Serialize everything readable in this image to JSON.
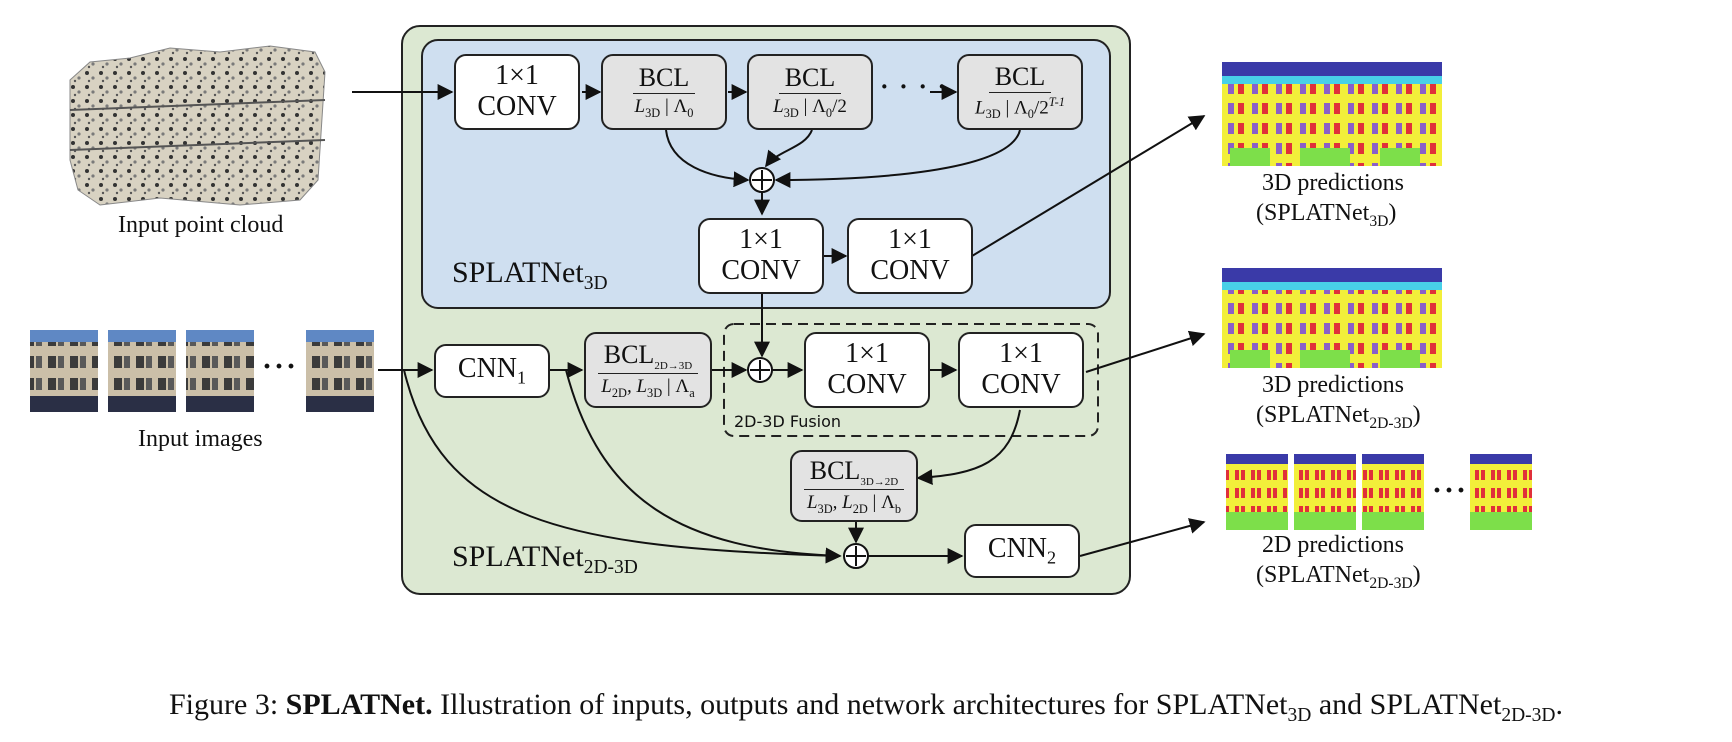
{
  "inputs": {
    "point_cloud_label": "Input point cloud",
    "images_label": "Input images",
    "ellipsis": "···"
  },
  "nets": {
    "net3d_main": "SPLATNet",
    "net3d_sub": "3D",
    "net2d3d_main": "SPLATNet",
    "net2d3d_sub": "2D-3D"
  },
  "blocks": {
    "conv_a": [
      "1×1",
      "CONV"
    ],
    "conv_b": [
      "1×1",
      "CONV"
    ],
    "conv_c": [
      "1×1",
      "CONV"
    ],
    "conv_f1": [
      "1×1",
      "CONV"
    ],
    "conv_f2": [
      "1×1",
      "CONV"
    ],
    "bcl1": {
      "num": "BCL",
      "den_a": "L",
      "den_a_sub": "3D",
      "den_b": " | Λ",
      "den_b_sub": "0",
      "den_c": ""
    },
    "bcl2": {
      "num": "BCL",
      "den_a": "L",
      "den_a_sub": "3D",
      "den_b": " | Λ",
      "den_b_sub": "0",
      "den_c": "/2"
    },
    "bcl3": {
      "num": "BCL",
      "den_a": "L",
      "den_a_sub": "3D",
      "den_b": " | Λ",
      "den_b_sub": "0",
      "den_c": "/2",
      "den_sup": "T-1"
    },
    "bcl_ellipsis": "· · · ·",
    "cnn1": {
      "main": "CNN",
      "sub": "1"
    },
    "cnn2": {
      "main": "CNN",
      "sub": "2"
    },
    "bcl_2d3d": {
      "num": "BCL",
      "num_sub": "2D→3D",
      "den": "L",
      "den_sub": "2D",
      "den2": ", L",
      "den2_sub": "3D",
      "den3": " | Λ",
      "den3_sub": "a"
    },
    "bcl_3d2d": {
      "num": "BCL",
      "num_sub": "3D→2D",
      "den": "L",
      "den_sub": "3D",
      "den2": ", L",
      "den2_sub": "2D",
      "den3": " | Λ",
      "den3_sub": "b"
    },
    "fusion_label": "2D-3D Fusion"
  },
  "outputs": {
    "out1_line1": "3D predictions",
    "out1_line2_main": "(SPLATNet",
    "out1_line2_sub": "3D",
    "out1_line2_end": ")",
    "out2_line1": "3D predictions",
    "out2_line2_main": "(SPLATNet",
    "out2_line2_sub": "2D-3D",
    "out2_line2_end": ")",
    "out3_line1": "2D predictions",
    "out3_line2_main": "(SPLATNet",
    "out3_line2_sub": "2D-3D",
    "out3_line2_end": ")",
    "ellipsis": "···"
  },
  "caption": {
    "prefix": "Figure 3: ",
    "bold": "SPLATNet.",
    "text": " Illustration of inputs, outputs and network architectures for SPLATNet",
    "sub1": "3D",
    "mid": " and SPLATNet",
    "sub2": "2D-3D",
    "end": "."
  },
  "colors": {
    "green_panel": "#dce8d2",
    "blue_panel": "#cfdff0",
    "node_gray": "#e3e3e3",
    "pred_yellow": "#f2ef3a",
    "pred_green": "#7ddf4a",
    "pred_blue": "#3a3aa8",
    "pred_red": "#e0303a",
    "pred_cyan": "#48d0e8",
    "pred_purple": "#8a5fc8"
  }
}
